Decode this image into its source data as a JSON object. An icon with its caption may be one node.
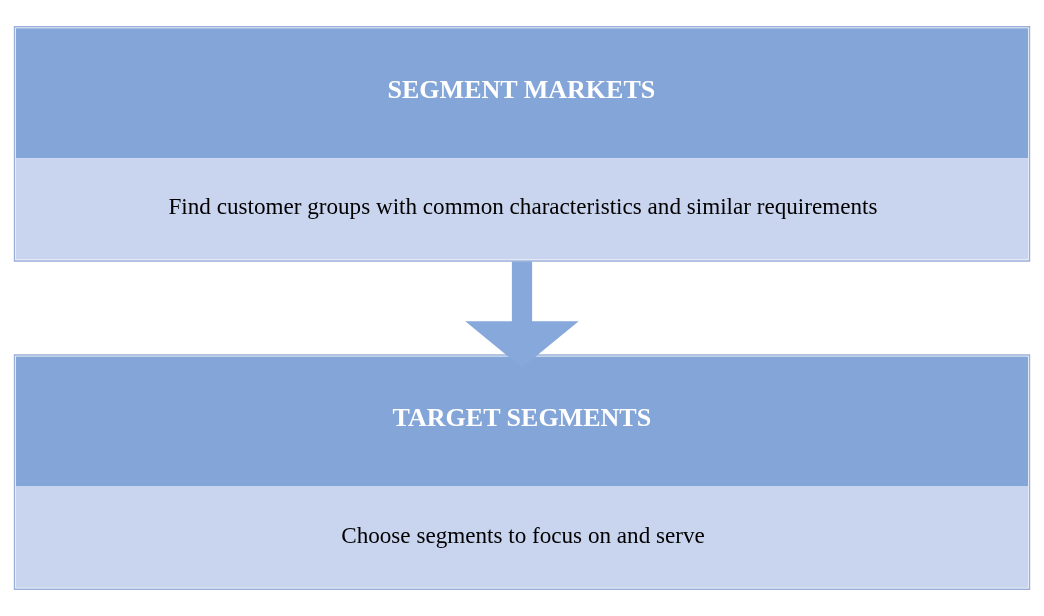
{
  "diagram": {
    "nodes": [
      {
        "text": [
          "SEGMENT MARKETS",
          "Find customer groups with common characteristics and similar requirements"
        ]
      },
      {
        "text": [
          "TARGET SEGMENTS",
          "Choose segments to focus on and serve"
        ]
      }
    ],
    "edges": [
      {
        "from": 0,
        "to": 1,
        "arrow": "to"
      }
    ]
  }
}
